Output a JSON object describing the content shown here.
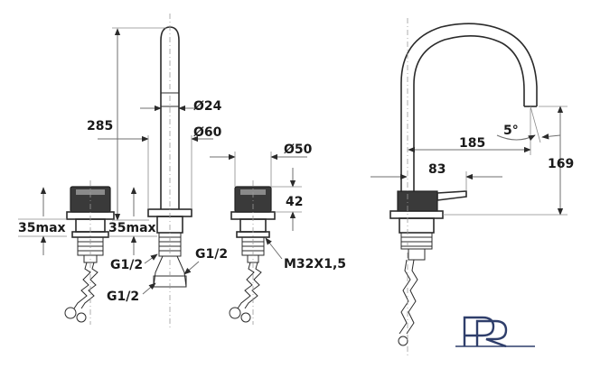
{
  "diagram": {
    "labels": {
      "height_285": "285",
      "diam_24": "Ø24",
      "diam_60": "Ø60",
      "diam_50": "Ø50",
      "height_42": "42",
      "max_35_left": "35max",
      "max_35_mid": "35max",
      "g12_a": "G1/2",
      "g12_b": "G1/2",
      "g12_c": "G1/2",
      "thread": "M32X1,5",
      "reach_185": "185",
      "reach_83": "83",
      "angle": "5°",
      "height_169": "169"
    },
    "logo_letters": "PR",
    "colors": {
      "line": "#2b2b2b",
      "dimension": "#6f6f6f",
      "background": "#ffffff"
    }
  }
}
